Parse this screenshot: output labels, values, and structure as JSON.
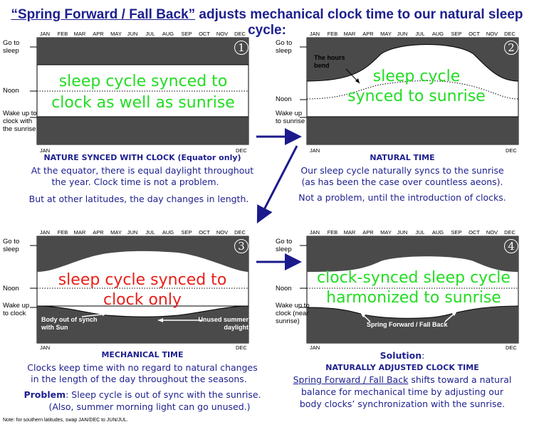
{
  "title": {
    "quoted": "“Spring Forward / Fall Back”",
    "rest": " adjusts mechanical clock time to our natural sleep cycle:"
  },
  "months": [
    "JAN",
    "FEB",
    "MAR",
    "APR",
    "MAY",
    "JUN",
    "JUL",
    "AUG",
    "SEP",
    "OCT",
    "NOV",
    "DEC"
  ],
  "axis": {
    "start": "JAN",
    "end": "DEC"
  },
  "colors": {
    "dark": "#4a4a4a",
    "blue": "#1d1f8f",
    "green": "#22dd22",
    "red": "#e8201a",
    "arrow": "#1a1a8c"
  },
  "panels": [
    {
      "number": "1",
      "ylabels": {
        "sleep": "Go to sleep",
        "noon": "Noon",
        "wake": "Wake up to clock with  the sunrise"
      },
      "big_text": "sleep cycle synced to clock as well as sunrise",
      "caption_head": "NATURE SYNCED WITH CLOCK (Equator only)",
      "caption_lines": [
        "At the equator, there is equal daylight throughout",
        "the year.  Clock time is not a problem.",
        "",
        "But at other latitudes, the day changes in length."
      ]
    },
    {
      "number": "2",
      "ylabels": {
        "sleep": "Go to sleep",
        "noon": "Noon",
        "wake": "Wake up to sunrise"
      },
      "big_text": "sleep cycle synced to sunrise",
      "inner_label": "The hours bend",
      "caption_head": "NATURAL TIME",
      "caption_lines": [
        "Our sleep cycle naturally syncs to the sunrise",
        "(as has been the case over countless aeons).",
        "",
        "Not a problem, until the introduction of clocks."
      ]
    },
    {
      "number": "3",
      "ylabels": {
        "sleep": "Go to sleep",
        "noon": "Noon",
        "wake": "Wake up to clock"
      },
      "big_text": "sleep cycle synced to clock only",
      "inner_left": "Body out of synch with Sun",
      "inner_right": "Unused summer daylight",
      "caption_head": "MECHANICAL TIME",
      "caption_lines": [
        "Clocks keep time with no regard to natural changes",
        "in the length of the day throughout the seasons."
      ],
      "problem_label": "Problem",
      "problem_text": ":  Sleep cycle is out of sync with the sunrise.",
      "problem_text2": "(Also, summer morning light can go unused.)"
    },
    {
      "number": "4",
      "ylabels": {
        "sleep": "Go to sleep",
        "noon": "Noon",
        "wake": "Wake up to clock (near sunrise)"
      },
      "big_text": "clock-synced sleep cycle harmonized to sunrise",
      "inner_label": "Spring Forward / Fall Back",
      "caption_sol": "Solution",
      "caption_sol_colon": ":",
      "caption_head": "NATURALLY ADJUSTED CLOCK TIME",
      "caption_link": "Spring Forward / Fall Back",
      "caption_lines": [
        " shifts toward a natural",
        "balance for mechanical time by adjusting our",
        "body clocks’ synchronization with the sunrise."
      ]
    }
  ],
  "footnote": "Note: for southern latitudes, swap JAN/DEC to JUN/JUL."
}
